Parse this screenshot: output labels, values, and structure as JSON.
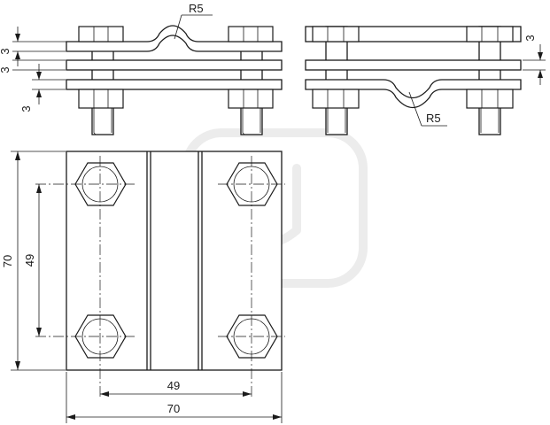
{
  "dimensions": {
    "radius_top": "R5",
    "radius_side": "R5",
    "plate_thickness_top": "3",
    "plate_thickness_lower": "3",
    "plate_thickness_side": "3",
    "bolt_spacing_vertical": "49",
    "height_total": "70",
    "bolt_spacing_horizontal": "49",
    "width_total": "70"
  }
}
